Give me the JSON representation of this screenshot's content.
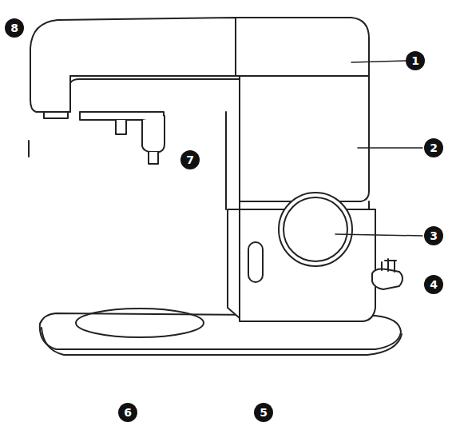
{
  "diagram": {
    "labels": [
      "8",
      "1",
      "2",
      "7",
      "3",
      "4",
      "5",
      "6"
    ]
  }
}
